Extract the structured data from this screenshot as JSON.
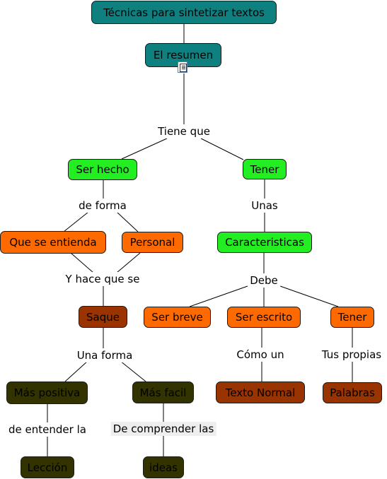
{
  "colors": {
    "teal": "#0e8080",
    "green": "#22ee22",
    "orange": "#ff6a00",
    "brown": "#993300",
    "olive": "#333300",
    "line": "#000000"
  },
  "icons": [
    "document-icon"
  ],
  "nodes": {
    "root": "Técnicas para sintetizar textos",
    "resumen": "El resumen",
    "ser_hecho": "Ser hecho",
    "tener_1": "Tener",
    "que_se_entienda": "Que se entienda",
    "personal": "Personal",
    "caracteristicas": "Caracteristicas",
    "saque": "Saque",
    "ser_breve": "Ser breve",
    "ser_escrito": "Ser escrito",
    "tener_2": "Tener",
    "mas_positiva": "Más positiva",
    "mas_facil": "Más facil",
    "texto_normal": "Texto Normal",
    "palabras": "Palabras",
    "leccion": "Lección",
    "ideas": "ideas"
  },
  "links": {
    "tiene_que": "Tiene que",
    "de_forma": "de forma",
    "unas": "Unas",
    "y_hace_que_se": "Y hace que se",
    "debe": "Debe",
    "una_forma": "Una forma",
    "como_un": "Cómo un",
    "tus_propias": "Tus propias",
    "de_entender_la": "de entender la",
    "de_comprender_las": "De comprender las"
  }
}
